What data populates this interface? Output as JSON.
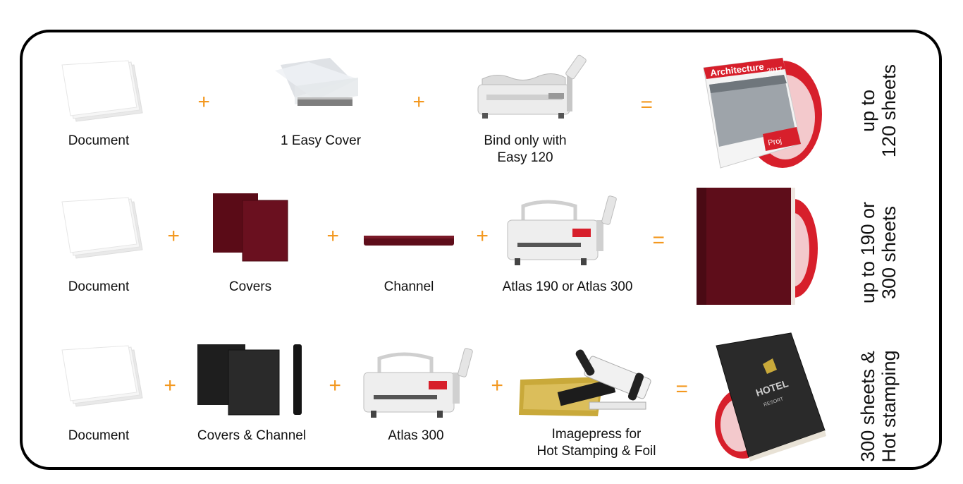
{
  "rows": [
    {
      "labels": [
        "Document",
        "1 Easy Cover",
        "Bind only with",
        "Easy 120"
      ],
      "operators": [
        "+",
        "+",
        "="
      ],
      "side_lines": [
        "up to",
        "120 sheets"
      ],
      "book_title": "Architecture",
      "book_year": "2017",
      "book_sub": "Proj"
    },
    {
      "labels": [
        "Document",
        "Covers",
        "Channel",
        "Atlas 190 or Atlas 300"
      ],
      "operators": [
        "+",
        "+",
        "+",
        "="
      ],
      "side_lines": [
        "up to 190 or",
        "300 sheets"
      ]
    },
    {
      "labels": [
        "Document",
        "Covers & Channel",
        "Atlas 300",
        "Imagepress for",
        "Hot Stamping & Foil"
      ],
      "operators": [
        "+",
        "+",
        "+",
        "="
      ],
      "side_lines": [
        "300 sheets &",
        "Hot stamping"
      ],
      "book_title": "HOTEL",
      "book_sub": "RESORT"
    }
  ],
  "colors": {
    "accent": "#f3981f",
    "burgundy": "#5e0d1a",
    "book_black": "#2a2a2a",
    "red_disc": "#d71f2b",
    "gold": "#c9a93a"
  }
}
